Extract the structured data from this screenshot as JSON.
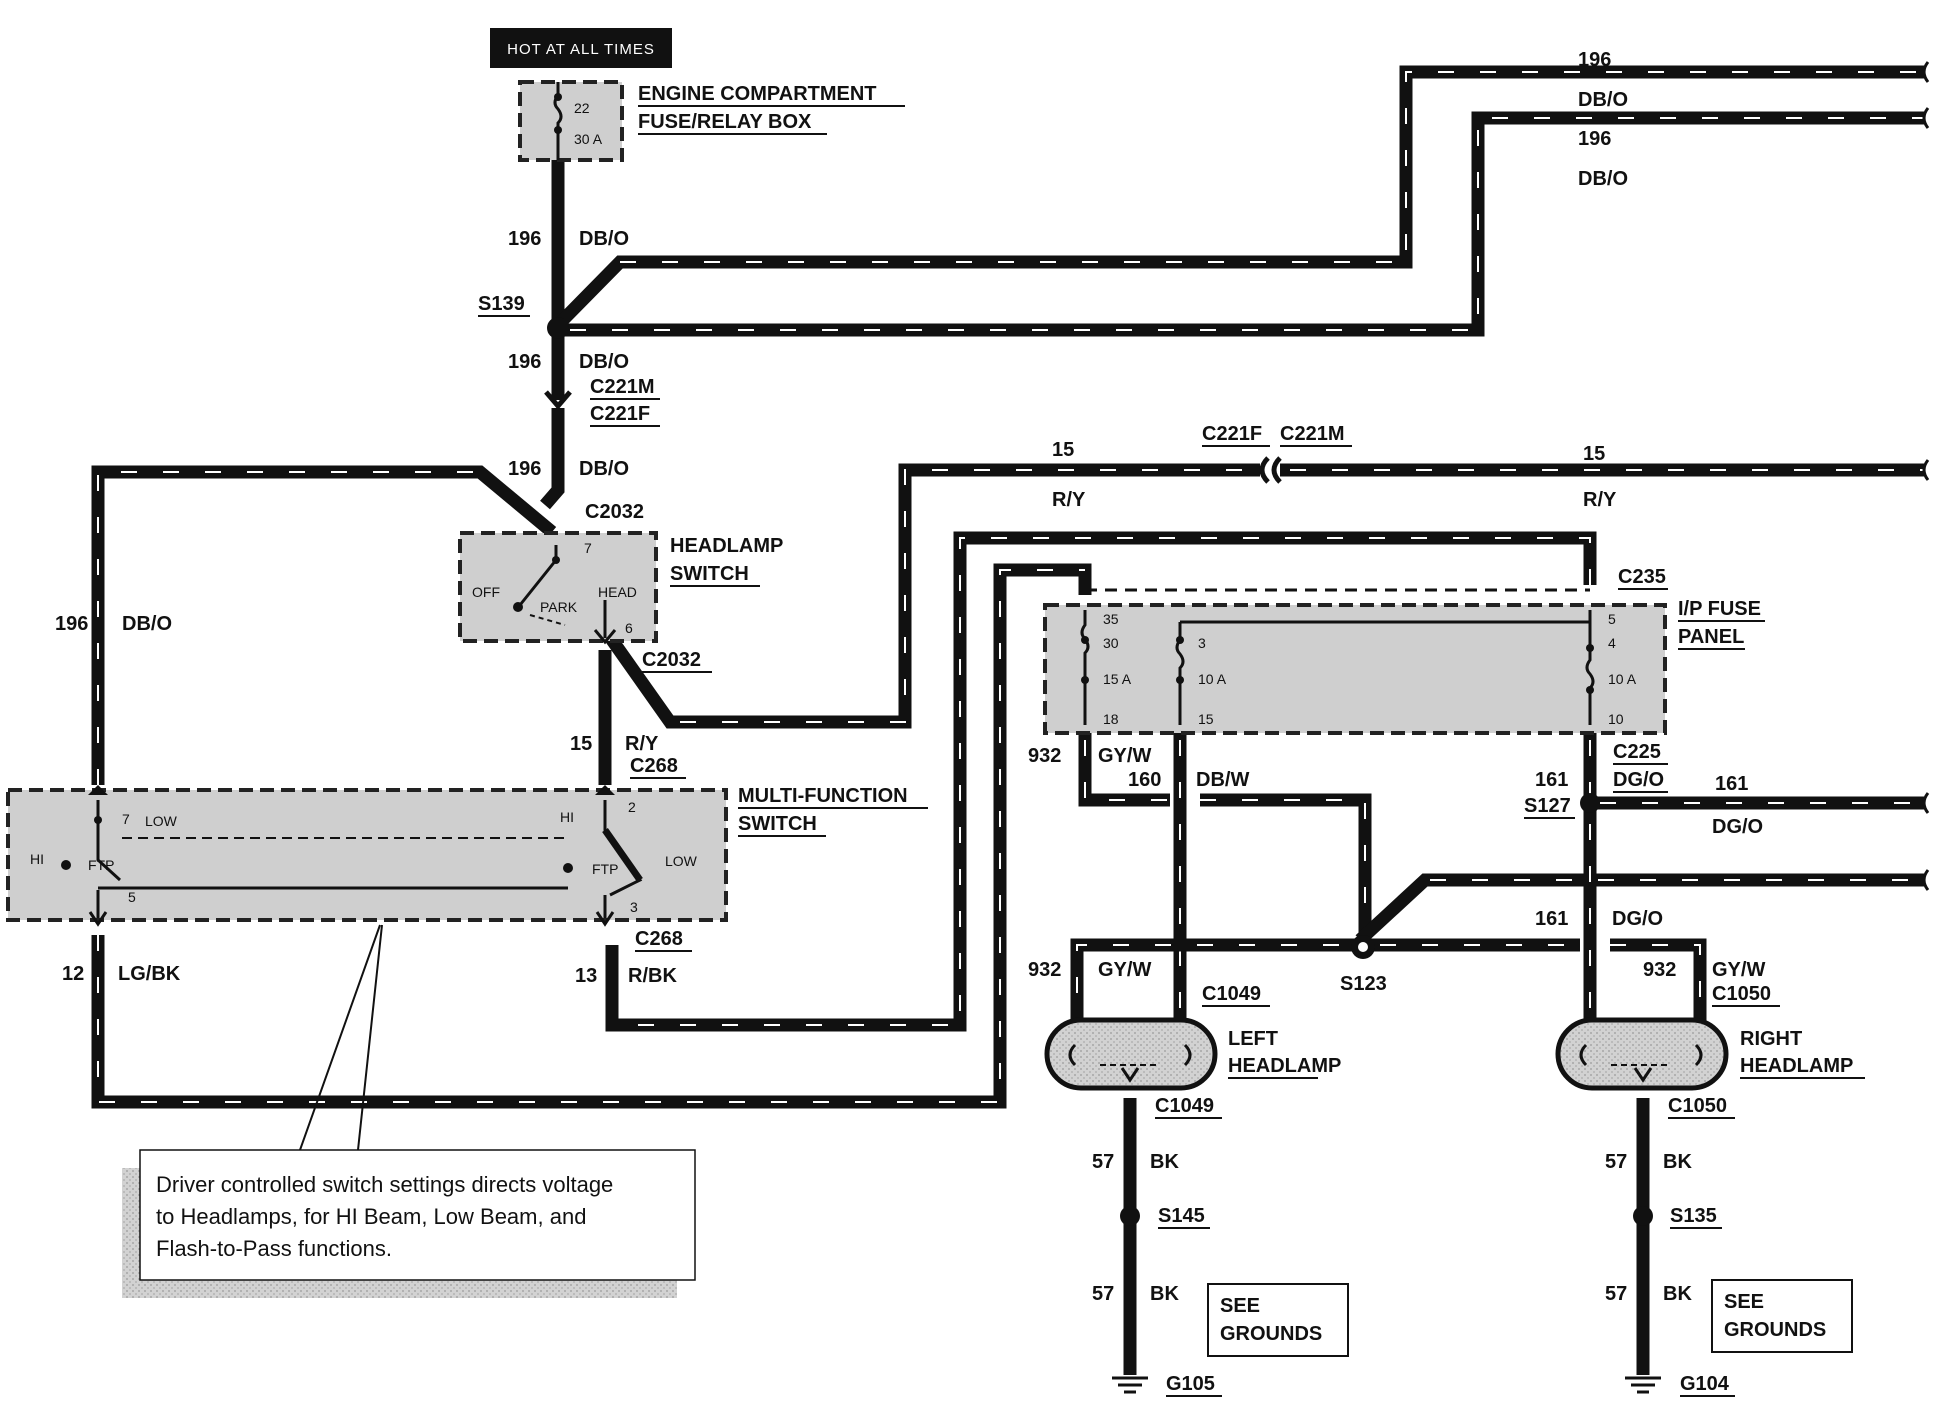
{
  "hot_label": "HOT AT ALL TIMES",
  "engine_box": {
    "line1": "ENGINE COMPARTMENT",
    "line2": "FUSE/RELAY BOX",
    "fuse_num": "22",
    "fuse_amp": "30 A"
  },
  "splices": {
    "s139": "S139",
    "s123": "S123",
    "s127": "S127",
    "s145": "S145",
    "s135": "S135"
  },
  "connectors": {
    "c221m": "C221M",
    "c221f": "C221F",
    "c2032": "C2032",
    "c268": "C268",
    "c235": "C235",
    "c225": "C225",
    "c1049": "C1049",
    "c1050": "C1050"
  },
  "wires": {
    "w196": "196",
    "dbo": "DB/O",
    "w15": "15",
    "ry": "R/Y",
    "w12": "12",
    "lgbk": "LG/BK",
    "w13": "13",
    "rbk": "R/BK",
    "w932": "932",
    "gyw": "GY/W",
    "w160": "160",
    "dbw": "DB/W",
    "w161": "161",
    "dgo": "DG/O",
    "w57": "57",
    "bk": "BK"
  },
  "headlamp_switch": {
    "line1": "HEADLAMP",
    "line2": "SWITCH",
    "off": "OFF",
    "park": "PARK",
    "head": "HEAD",
    "pin7": "7",
    "pin6": "6"
  },
  "mf_switch": {
    "line1": "MULTI-FUNCTION",
    "line2": "SWITCH",
    "pin7": "7",
    "low_l": "LOW",
    "hi_l": "HI",
    "ftp_l": "FTP",
    "pin5": "5",
    "pin2": "2",
    "hi_r": "HI",
    "low_r": "LOW",
    "ftp_r": "FTP",
    "pin3": "3"
  },
  "ip_fuse": {
    "line1": "I/P FUSE",
    "line2": "PANEL",
    "f1_top": "35",
    "f1_num": "30",
    "f1_amp": "15 A",
    "f1_bot": "18",
    "f2_num": "3",
    "f2_amp": "10 A",
    "f2_bot": "15",
    "f3_a": "5",
    "f3_b": "4",
    "f3_amp": "10 A",
    "f3_bot": "10"
  },
  "left_headlamp": {
    "line1": "LEFT",
    "line2": "HEADLAMP"
  },
  "right_headlamp": {
    "line1": "RIGHT",
    "line2": "HEADLAMP"
  },
  "grounds": {
    "g105": "G105",
    "g104": "G104",
    "see1": "SEE",
    "see2": "GROUNDS"
  },
  "note": {
    "line1": "Driver controlled switch settings directs voltage",
    "line2": "to Headlamps, for HI Beam, Low Beam, and",
    "line3": "Flash-to-Pass functions."
  }
}
